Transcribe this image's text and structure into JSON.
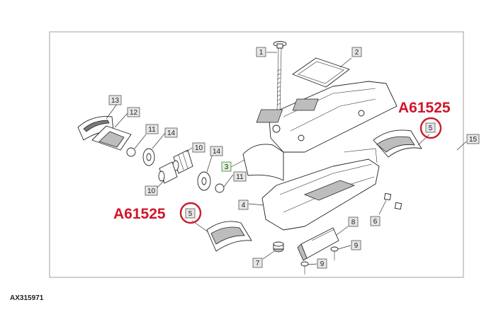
{
  "figure_id": "AX315971",
  "callouts": {
    "c1": "1",
    "c2": "2",
    "c3": "3",
    "c4": "4",
    "c5a": "5",
    "c5b": "5",
    "c6": "6",
    "c7": "7",
    "c8": "8",
    "c9a": "9",
    "c9b": "9",
    "c10a": "10",
    "c10b": "10",
    "c11a": "11",
    "c11b": "11",
    "c12": "12",
    "c13": "13",
    "c14a": "14",
    "c14b": "14",
    "c15": "15"
  },
  "highlights": {
    "part_number_right": "A61525",
    "part_number_left": "A61525",
    "color": "#d0152a"
  }
}
